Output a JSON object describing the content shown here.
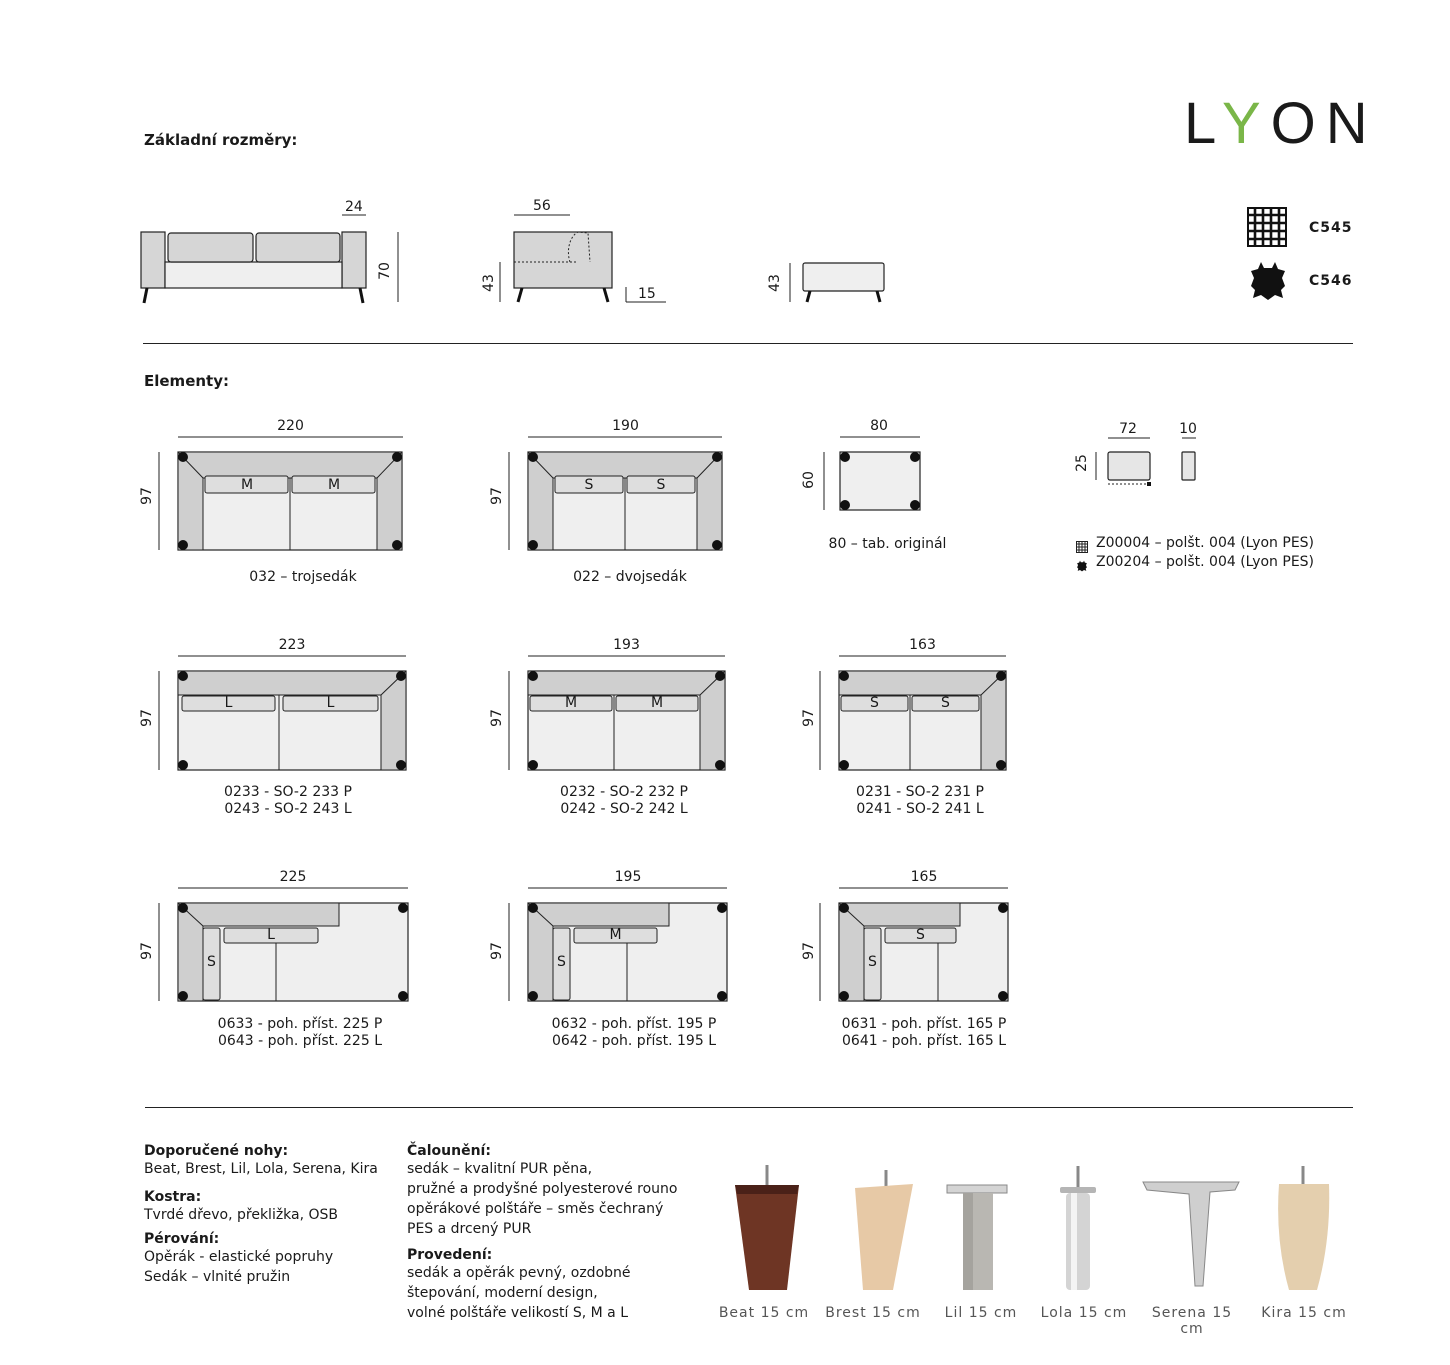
{
  "header": {
    "brand_l": "L",
    "brand_y": "Y",
    "brand_on": "ON",
    "brand_accent": "#7ab648",
    "basic_dims_title": "Základní rozměry:",
    "elements_title": "Elementy:"
  },
  "fabric_codes": [
    {
      "icon": "fabric-weave-icon",
      "code": "C545"
    },
    {
      "icon": "leather-hide-icon",
      "code": "C546"
    }
  ],
  "basic_dims": {
    "sofa_arm": "24",
    "sofa_height": "70",
    "side_depth": "56",
    "side_seat_h": "43",
    "side_leg": "15",
    "stool_h": "43"
  },
  "elements": [
    {
      "w": "220",
      "d": "97",
      "cushions": [
        "M",
        "M"
      ],
      "labels": [
        "032 – trojsedák"
      ]
    },
    {
      "w": "190",
      "d": "97",
      "cushions": [
        "S",
        "S"
      ],
      "labels": [
        "022 – dvojsedák"
      ]
    },
    {
      "w": "80",
      "d": "60",
      "labels": [
        "80 – tab. originál"
      ]
    },
    {
      "w": "223",
      "d": "97",
      "cushions": [
        "L",
        "L"
      ],
      "labels": [
        "0233 - SO-2 233 P",
        "0243 - SO-2 243 L"
      ]
    },
    {
      "w": "193",
      "d": "97",
      "cushions": [
        "M",
        "M"
      ],
      "labels": [
        "0232 - SO-2 232 P",
        "0242 - SO-2 242 L"
      ]
    },
    {
      "w": "163",
      "d": "97",
      "cushions": [
        "S",
        "S"
      ],
      "labels": [
        "0231 - SO-2 231 P",
        "0241 - SO-2 241 L"
      ]
    },
    {
      "w": "225",
      "d": "97",
      "cushions": [
        "L",
        "S"
      ],
      "labels": [
        "0633 - poh. příst. 225 P",
        "0643 - poh. příst. 225 L"
      ]
    },
    {
      "w": "195",
      "d": "97",
      "cushions": [
        "M",
        "S"
      ],
      "labels": [
        "0632 - poh. příst. 195 P",
        "0642 - poh. příst. 195 L"
      ]
    },
    {
      "w": "165",
      "d": "97",
      "cushions": [
        "S",
        "S"
      ],
      "labels": [
        "0631 - poh. příst. 165 P",
        "0641 - poh. příst. 165 L"
      ]
    }
  ],
  "pillow": {
    "w": "72",
    "t": "10",
    "h": "25",
    "legend": [
      {
        "icon": "fabric-weave-icon",
        "text": "Z00004 – polšt. 004 (Lyon PES)"
      },
      {
        "icon": "leather-hide-icon",
        "text": "Z00204 – polšt. 004 (Lyon PES)"
      }
    ]
  },
  "specs": {
    "col1": [
      {
        "title": "Doporučené nohy:",
        "lines": [
          "Beat, Brest, Lil, Lola, Serena, Kira"
        ]
      },
      {
        "title": "Kostra:",
        "lines": [
          "Tvrdé dřevo, překližka, OSB"
        ]
      },
      {
        "title": "Pérování:",
        "lines": [
          "Opěrák - elastické popruhy",
          "Sedák – vlnité pružin"
        ]
      }
    ],
    "col2": [
      {
        "title": "Čalounění:",
        "lines": [
          "sedák – kvalitní PUR pěna,",
          "pružné a prodyšné polyesterové rouno",
          "opěrákové polštáře – směs čechraný",
          "PES a drcený PUR"
        ]
      },
      {
        "title": "Provedení:",
        "lines": [
          "sedák a opěrák pevný, ozdobné",
          "štepování, moderní design,",
          "volné polštáře velikostí S, M a L"
        ]
      }
    ]
  },
  "legs": [
    {
      "name": "Beat 15 cm",
      "icon": "leg-beat-icon",
      "color": "#6e3524"
    },
    {
      "name": "Brest 15 cm",
      "icon": "leg-brest-icon",
      "color": "#e7c9a6"
    },
    {
      "name": "Lil 15 cm",
      "icon": "leg-lil-icon",
      "color": "#b9b7b2"
    },
    {
      "name": "Lola 15 cm",
      "icon": "leg-lola-icon",
      "color": "#d4d4d4"
    },
    {
      "name": "Serena 15 cm",
      "icon": "leg-serena-icon",
      "color": "#cfcfcf"
    },
    {
      "name": "Kira 15 cm",
      "icon": "leg-kira-icon",
      "color": "#e4cfae"
    }
  ]
}
